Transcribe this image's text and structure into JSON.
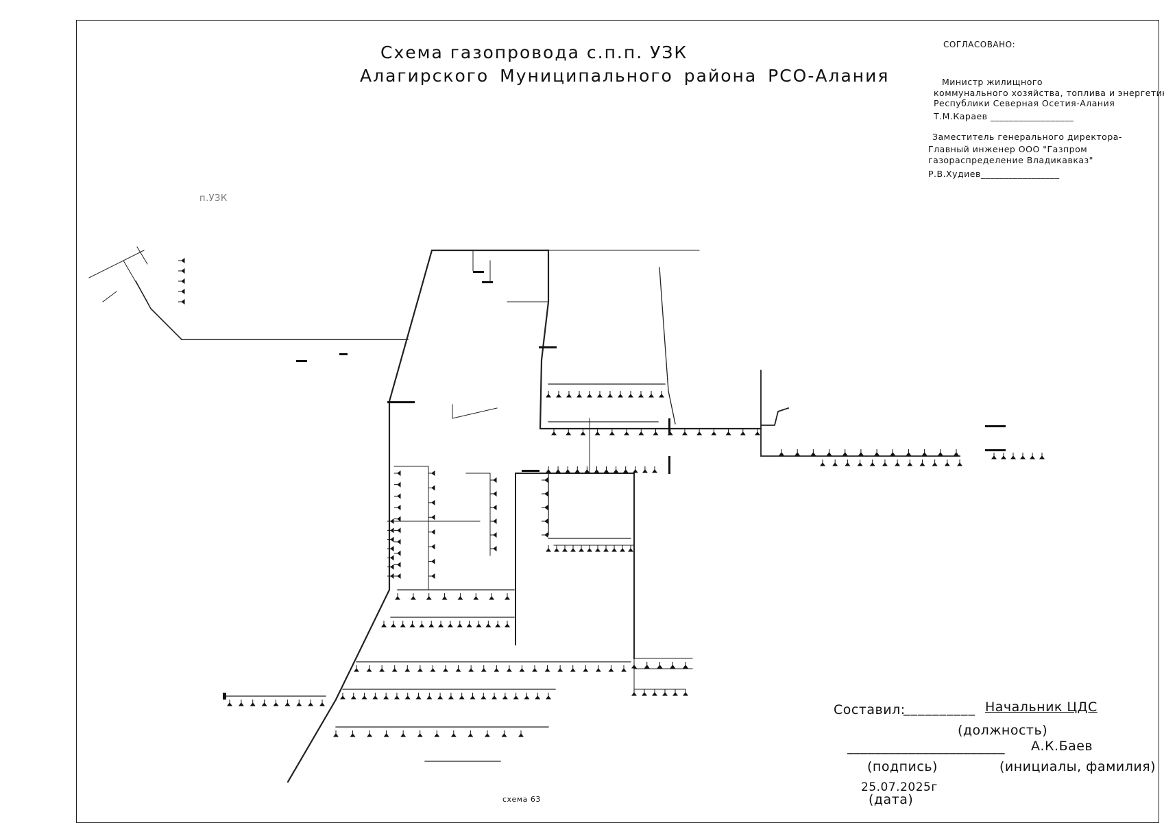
{
  "title": {
    "line1": "Схема газопровода с.п.п. УЗК",
    "line2": "Алагирского  Муниципального района РСО-Алания"
  },
  "approval": {
    "header": "СОГЛАСОВАНО:",
    "position1_line1": "Министр жилищного",
    "position1_line2": "коммунального  хозяйства, топлива и энергетики",
    "position1_line3": "Республики Северная Осетия-Алания",
    "signer1": "Т.М.Караев __________________",
    "position2_line1": "Заместитель генерального директора-",
    "position2_line2": "Главный инженер  ООО \"Газпром",
    "position2_line3": "газораспределение Владикавказ\"",
    "signer2": "Р.В.Худиев_________________"
  },
  "locality_label": "п.УЗК",
  "compiled": {
    "label": "Составил:",
    "position_line": "__________",
    "position": "Начальник ЦДС",
    "position_caption": "(должность)",
    "signature_line": "_______________________",
    "name": "А.К.Баев",
    "signature_caption": "(подпись)",
    "name_caption": "(инициалы, фамилия)",
    "date": "25.07.2025г",
    "date_caption": "(дата)"
  },
  "scheme_number": "схема 63"
}
